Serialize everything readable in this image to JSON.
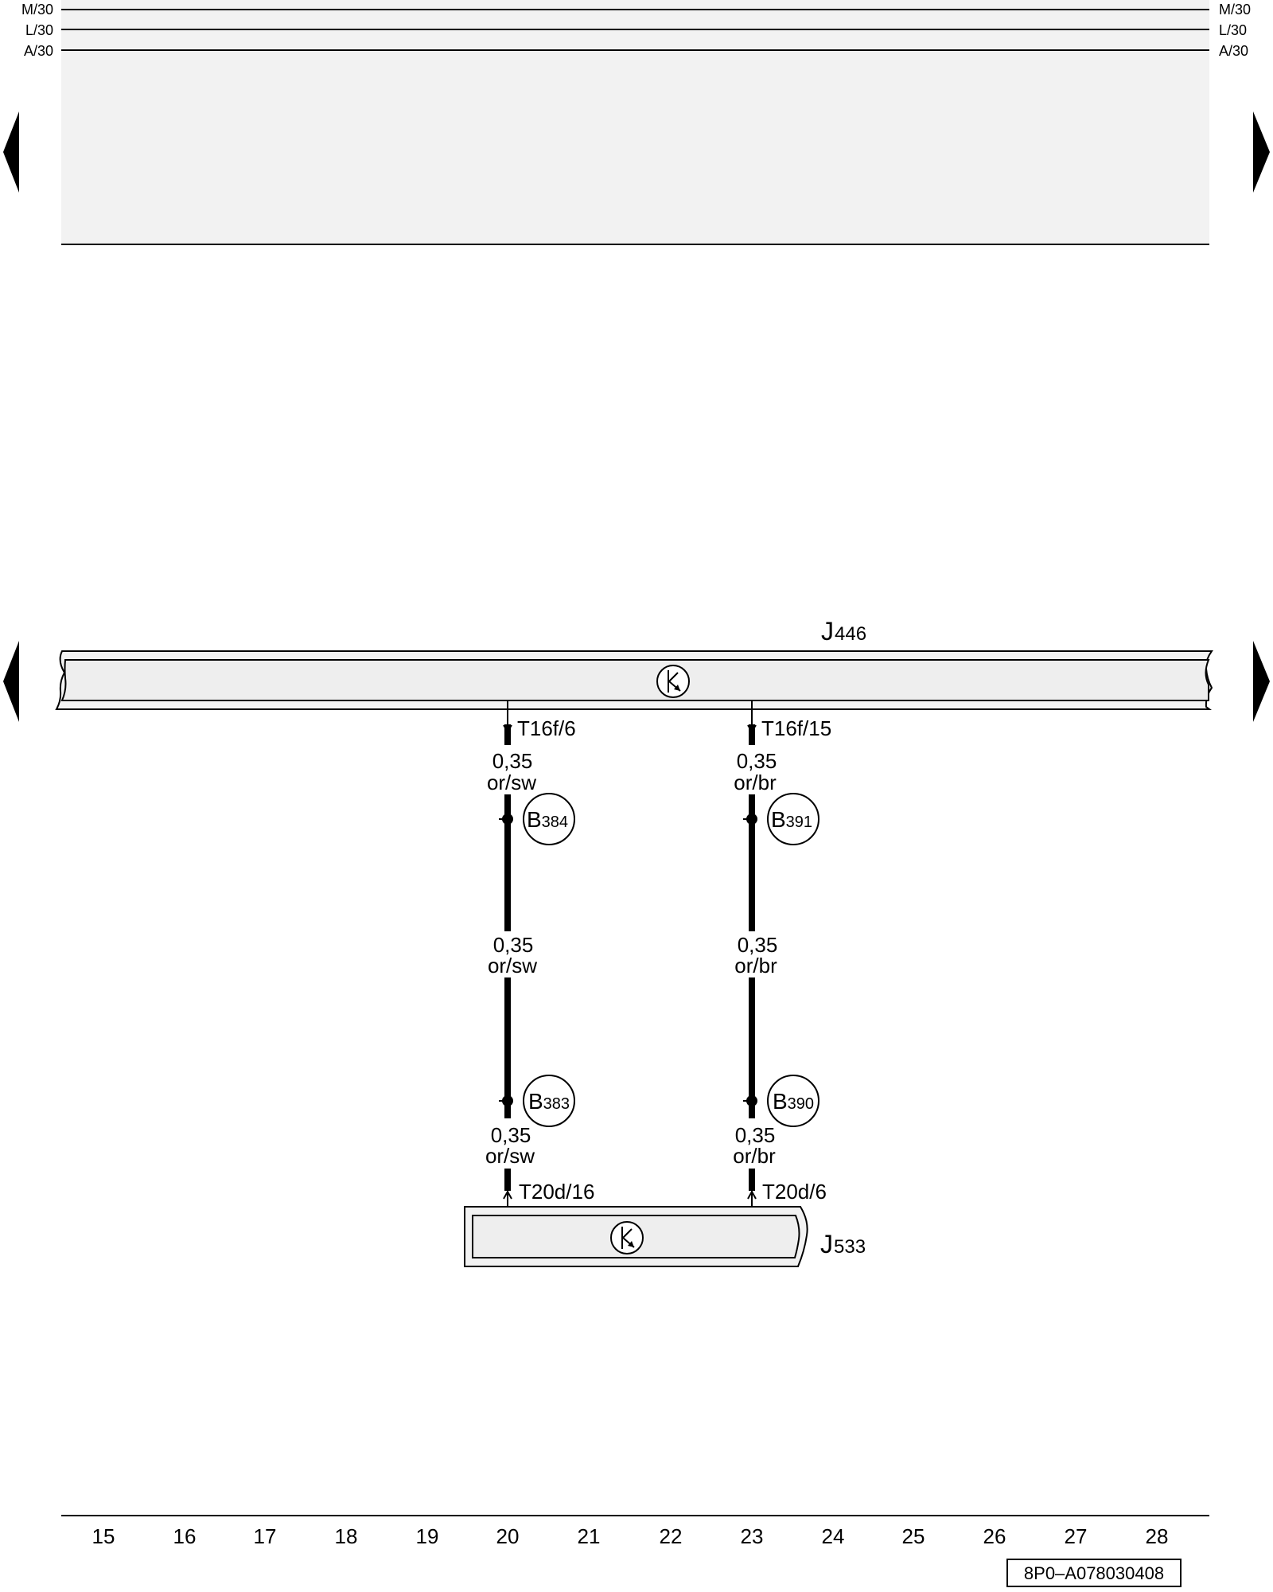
{
  "rails": {
    "left": [
      "M/30",
      "L/30",
      "A/30"
    ],
    "right": [
      "M/30",
      "L/30",
      "A/30"
    ]
  },
  "components": {
    "j446": {
      "main": "J",
      "sub": "446",
      "icon": "bus-transceiver-icon"
    },
    "j533": {
      "main": "J",
      "sub": "533",
      "icon": "bus-transceiver-icon"
    }
  },
  "pins": {
    "t16f_6": "T16f/6",
    "t16f_15": "T16f/15",
    "t20d_16": "T20d/16",
    "t20d_6": "T20d/6"
  },
  "wires": {
    "left": {
      "seg1": {
        "gauge": "0,35",
        "color": "or/sw"
      },
      "seg2": {
        "gauge": "0,35",
        "color": "or/sw"
      },
      "seg3": {
        "gauge": "0,35",
        "color": "or/sw"
      }
    },
    "right": {
      "seg1": {
        "gauge": "0,35",
        "color": "or/br"
      },
      "seg2": {
        "gauge": "0,35",
        "color": "or/br"
      },
      "seg3": {
        "gauge": "0,35",
        "color": "or/br"
      }
    }
  },
  "connections": {
    "b384": {
      "main": "B",
      "sub": "384"
    },
    "b383": {
      "main": "B",
      "sub": "383"
    },
    "b391": {
      "main": "B",
      "sub": "391"
    },
    "b390": {
      "main": "B",
      "sub": "390"
    }
  },
  "columns": [
    "15",
    "16",
    "17",
    "18",
    "19",
    "20",
    "21",
    "22",
    "23",
    "24",
    "25",
    "26",
    "27",
    "28"
  ],
  "doc_id": "8P0–A078030408",
  "colors": {
    "panel_fill": "#f2f2f2",
    "line": "#000000"
  }
}
